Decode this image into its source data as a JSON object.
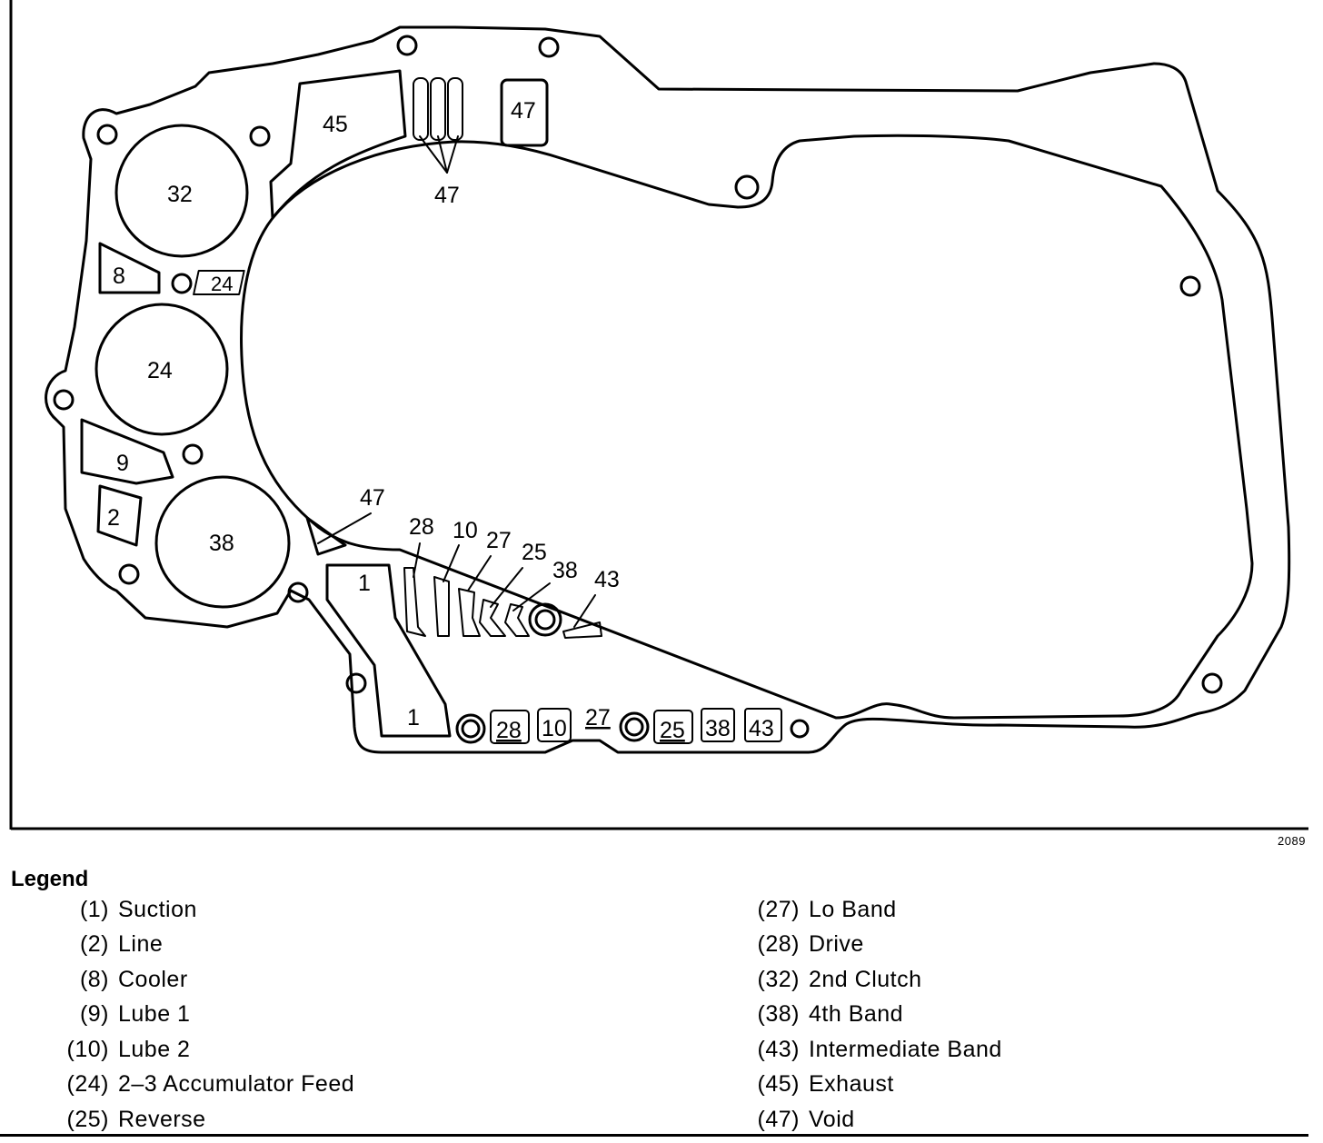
{
  "diagram": {
    "figure_number": "2089",
    "chamber_labels": {
      "c45": "45",
      "c47_top": "47",
      "c47_arrow": "47",
      "c32": "32",
      "c8": "8",
      "c24_small": "24",
      "c24": "24",
      "c9": "9",
      "c2": "2",
      "c38": "38",
      "c47_mid": "47",
      "c1_upper": "1",
      "c1_lower": "1",
      "s28": "28",
      "s10": "10",
      "s27": "27",
      "s25": "25",
      "s38": "38",
      "s43": "43",
      "b28": "28",
      "b10": "10",
      "b27": "27",
      "b25": "25",
      "b38": "38",
      "b43": "43"
    }
  },
  "legend": {
    "title": "Legend",
    "left": [
      {
        "num": "(1)",
        "name": "Suction"
      },
      {
        "num": "(2)",
        "name": "Line"
      },
      {
        "num": "(8)",
        "name": "Cooler"
      },
      {
        "num": "(9)",
        "name": "Lube 1"
      },
      {
        "num": "(10)",
        "name": "Lube 2"
      },
      {
        "num": "(24)",
        "name": "2–3 Accumulator Feed"
      },
      {
        "num": "(25)",
        "name": "Reverse"
      }
    ],
    "right": [
      {
        "num": "(27)",
        "name": "Lo Band"
      },
      {
        "num": "(28)",
        "name": "Drive"
      },
      {
        "num": "(32)",
        "name": "2nd Clutch"
      },
      {
        "num": "(38)",
        "name": "4th Band"
      },
      {
        "num": "(43)",
        "name": "Intermediate Band"
      },
      {
        "num": "(45)",
        "name": "Exhaust"
      },
      {
        "num": "(47)",
        "name": "Void"
      }
    ]
  }
}
